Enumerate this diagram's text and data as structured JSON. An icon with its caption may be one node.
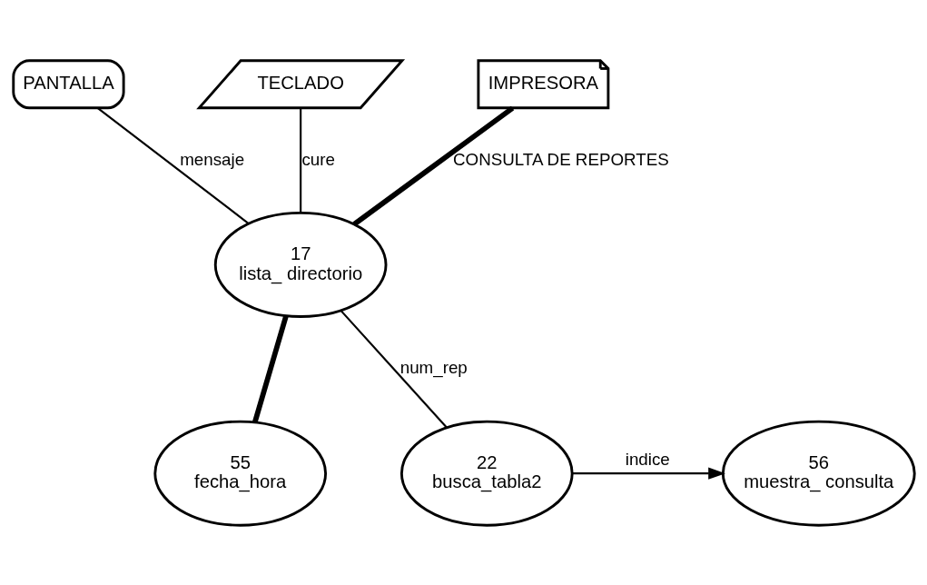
{
  "diagram": {
    "nodes": [
      {
        "text": [
          "PANTALLA"
        ]
      },
      {
        "text": [
          "TECLADO"
        ]
      },
      {
        "text": [
          "IMPRESORA"
        ]
      },
      {
        "text": [
          "17",
          "lista_ directorio"
        ]
      },
      {
        "text": [
          "55",
          "fecha_hora"
        ]
      },
      {
        "text": [
          "22",
          "busca_tabla2"
        ]
      },
      {
        "text": [
          "56",
          "muestra_ consulta"
        ]
      }
    ],
    "edges": [
      {
        "from": 0,
        "to": 3,
        "arrow": "none",
        "label": "mensaje"
      },
      {
        "from": 1,
        "to": 3,
        "arrow": "none",
        "label": "cure"
      },
      {
        "from": 2,
        "to": 3,
        "arrow": "none",
        "label": "CONSULTA DE REPORTES",
        "style": "thick"
      },
      {
        "from": 3,
        "to": 4,
        "arrow": "none",
        "style": "thick"
      },
      {
        "from": 3,
        "to": 5,
        "arrow": "none",
        "label": "num_rep"
      },
      {
        "from": 5,
        "to": 6,
        "arrow": "to",
        "label": "indice"
      }
    ]
  }
}
